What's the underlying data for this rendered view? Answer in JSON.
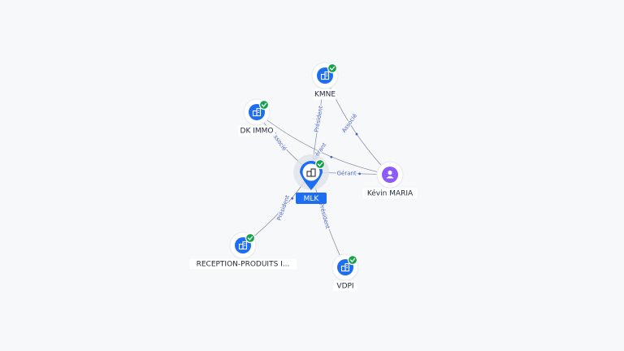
{
  "colors": {
    "company": "#1e6ef2",
    "person": "#8b5cf6",
    "verified": "#16a34a",
    "edge": "#8a94a6",
    "edge_label": "#4b63c8",
    "center_label_bg": "#1e6ef2"
  },
  "nodes": [
    {
      "id": "mlk",
      "label": "MLK",
      "kind": "company",
      "icon": "building-icon",
      "verified": true,
      "center": true
    },
    {
      "id": "kmne",
      "label": "KMNE",
      "kind": "company",
      "icon": "building-icon",
      "verified": true
    },
    {
      "id": "dkimmo",
      "label": "DK IMMO",
      "kind": "company",
      "icon": "building-icon",
      "verified": true
    },
    {
      "id": "kevin",
      "label": "Kévin MARIA",
      "kind": "person",
      "icon": "person-icon",
      "verified": false
    },
    {
      "id": "reception",
      "label": "RECEPTION-PRODUITS I...",
      "kind": "company",
      "icon": "building-icon",
      "verified": true
    },
    {
      "id": "vdpi",
      "label": "VDPI",
      "kind": "company",
      "icon": "building-icon",
      "verified": true
    }
  ],
  "edges": [
    {
      "from": "kmne",
      "to": "mlk",
      "label": "Président"
    },
    {
      "from": "dkimmo",
      "to": "mlk",
      "label": "Associé"
    },
    {
      "from": "kevin",
      "to": "mlk",
      "label": "Gérant"
    },
    {
      "from": "kevin",
      "to": "dkimmo",
      "label": "Gérant"
    },
    {
      "from": "kevin",
      "to": "kmne",
      "label": "Associé"
    },
    {
      "from": "mlk",
      "to": "reception",
      "label": "Président"
    },
    {
      "from": "mlk",
      "to": "vdpi",
      "label": "Président"
    }
  ]
}
